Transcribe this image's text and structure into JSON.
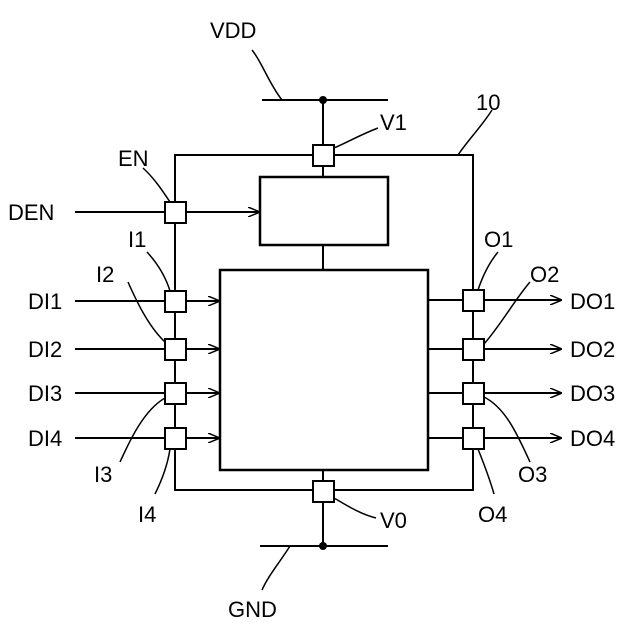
{
  "labels": {
    "vdd": "VDD",
    "gnd": "GND",
    "v1": "V1",
    "v0": "V0",
    "ref10": "10",
    "en": "EN",
    "den": "DEN",
    "i1": "I1",
    "i2": "I2",
    "i3": "I3",
    "i4": "I4",
    "di1": "DI1",
    "di2": "DI2",
    "di3": "DI3",
    "di4": "DI4",
    "o1": "O1",
    "o2": "O2",
    "o3": "O3",
    "o4": "O4",
    "do1": "DO1",
    "do2": "DO2",
    "do3": "DO3",
    "do4": "DO4"
  },
  "colors": {
    "line": "#000000",
    "background": "#ffffff"
  }
}
